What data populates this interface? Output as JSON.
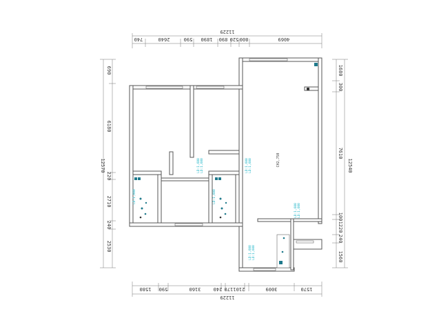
{
  "top_dims": {
    "total": "11229",
    "segments": [
      "740",
      "2640",
      "590",
      "1890",
      "890",
      "520",
      "800",
      "4069"
    ]
  },
  "bottom_dims": {
    "total": "11229",
    "segments": [
      "1580",
      "590",
      "3160",
      "240",
      "1170",
      "210",
      "3009",
      "1570"
    ]
  },
  "left_dims": {
    "total": "12570",
    "segments": [
      "690",
      "6180",
      "220",
      "2710",
      "240",
      "2530"
    ]
  },
  "right_dims": {
    "total": "12540",
    "segments": [
      "1680",
      "300",
      "7610",
      "100",
      "1220",
      "240",
      "1560"
    ]
  },
  "annotations": {
    "living_room": "CH2,750",
    "cyan_a": "LD:1,600",
    "cyan_b": "LD:1,600",
    "cyan_c": "LD:1,600",
    "cyan_d": "LD:1,600",
    "cyan_e": "LD:1,600",
    "cyan_f": "LD:1,600",
    "cyan_g": "LD:1,600",
    "cyan_h": "LD:1,600",
    "cyan_i": "LD:1,600",
    "cyan_j": "LD:1,600"
  },
  "colors": {
    "wall": "#555555",
    "annotation": "#1fb5c8",
    "fixture": "#1f7a8c"
  }
}
